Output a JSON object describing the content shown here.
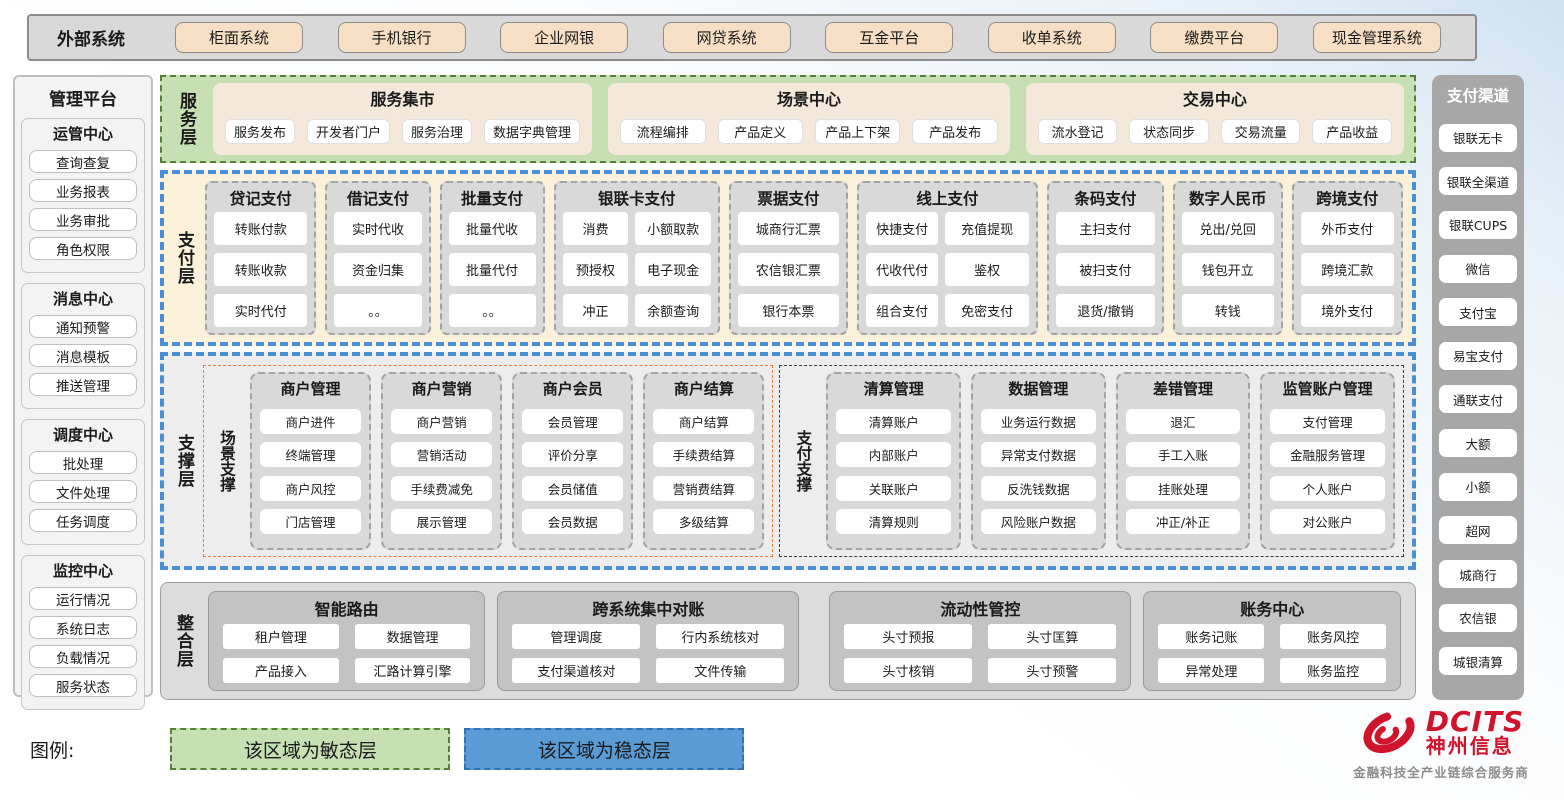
{
  "colors": {
    "agile_green": "#c6e0b4",
    "agile_green_border": "#538135",
    "stable_blue": "#5b9bd5",
    "stable_blue_border": "#4a8fd3",
    "external_button_tan": "#f6dfc4",
    "group_gray": "#d9d9d9",
    "scene_accent_orange": "#ed7d31",
    "logo_red": "#d0142c"
  },
  "external_systems": {
    "title": "外部系统",
    "items": [
      "柜面系统",
      "手机银行",
      "企业网银",
      "网贷系统",
      "互金平台",
      "收单系统",
      "缴费平台",
      "现金管理系统"
    ]
  },
  "management_platform": {
    "title": "管理平台",
    "groups": [
      {
        "title": "运管中心",
        "items": [
          "查询查复",
          "业务报表",
          "业务审批",
          "角色权限"
        ]
      },
      {
        "title": "消息中心",
        "items": [
          "通知预警",
          "消息模板",
          "推送管理"
        ]
      },
      {
        "title": "调度中心",
        "items": [
          "批处理",
          "文件处理",
          "任务调度"
        ]
      },
      {
        "title": "监控中心",
        "items": [
          "运行情况",
          "系统日志",
          "负载情况",
          "服务状态"
        ]
      }
    ]
  },
  "service_layer": {
    "label": "服务层",
    "groups": [
      {
        "title": "服务集市",
        "items": [
          "服务发布",
          "开发者门户",
          "服务治理",
          "数据字典管理"
        ]
      },
      {
        "title": "场景中心",
        "items": [
          "流程编排",
          "产品定义",
          "产品上下架",
          "产品发布"
        ]
      },
      {
        "title": "交易中心",
        "items": [
          "流水登记",
          "状态同步",
          "交易流量",
          "产品收益"
        ]
      }
    ]
  },
  "payment_layer": {
    "label": "支付层",
    "columns": [
      {
        "title": "贷记支付",
        "cols": 1,
        "items": [
          "转账付款",
          "转账收款",
          "实时代付"
        ]
      },
      {
        "title": "借记支付",
        "cols": 1,
        "items": [
          "实时代收",
          "资金归集",
          "。。"
        ]
      },
      {
        "title": "批量支付",
        "cols": 1,
        "items": [
          "批量代收",
          "批量代付",
          "。。"
        ]
      },
      {
        "title": "银联卡支付",
        "cols": 2,
        "items": [
          "消费",
          "小额取款",
          "预授权",
          "电子现金",
          "冲正",
          "余额查询"
        ]
      },
      {
        "title": "票据支付",
        "cols": 1,
        "items": [
          "城商行汇票",
          "农信银汇票",
          "银行本票"
        ]
      },
      {
        "title": "线上支付",
        "cols": 2,
        "items": [
          "快捷支付",
          "充值提现",
          "代收代付",
          "鉴权",
          "组合支付",
          "免密支付"
        ]
      },
      {
        "title": "条码支付",
        "cols": 1,
        "items": [
          "主扫支付",
          "被扫支付",
          "退货/撤销"
        ]
      },
      {
        "title": "数字人民币",
        "cols": 1,
        "items": [
          "兑出/兑回",
          "钱包开立",
          "转钱"
        ]
      },
      {
        "title": "跨境支付",
        "cols": 1,
        "items": [
          "外币支付",
          "跨境汇款",
          "境外支付"
        ]
      }
    ]
  },
  "support_layer": {
    "label": "支撑层",
    "sublayers": [
      {
        "label": "场景支撑",
        "accent": "orange",
        "groups": [
          {
            "title": "商户管理",
            "items": [
              "商户进件",
              "终端管理",
              "商户风控",
              "门店管理"
            ]
          },
          {
            "title": "商户营销",
            "items": [
              "商户营销",
              "营销活动",
              "手续费减免",
              "展示管理"
            ]
          },
          {
            "title": "商户会员",
            "items": [
              "会员管理",
              "评价分享",
              "会员储值",
              "会员数据"
            ]
          },
          {
            "title": "商户结算",
            "items": [
              "商户结算",
              "手续费结算",
              "营销费结算",
              "多级结算"
            ]
          }
        ]
      },
      {
        "label": "支付支撑",
        "accent": "dark",
        "groups": [
          {
            "title": "清算管理",
            "items": [
              "清算账户",
              "内部账户",
              "关联账户",
              "清算规则"
            ]
          },
          {
            "title": "数据管理",
            "items": [
              "业务运行数据",
              "异常支付数据",
              "反洗钱数据",
              "风险账户数据"
            ]
          },
          {
            "title": "差错管理",
            "items": [
              "退汇",
              "手工入账",
              "挂账处理",
              "冲正/补正"
            ]
          },
          {
            "title": "监管账户管理",
            "items": [
              "支付管理",
              "金融服务管理",
              "个人账户",
              "对公账户"
            ]
          }
        ]
      }
    ]
  },
  "integration_layer": {
    "label": "整合层",
    "groups": [
      {
        "title": "智能路由",
        "items": [
          "租户管理",
          "数据管理",
          "产品接入",
          "汇路计算引擎"
        ]
      },
      {
        "title": "跨系统集中对账",
        "items": [
          "管理调度",
          "行内系统核对",
          "支付渠道核对",
          "文件传输"
        ]
      },
      {
        "title": "流动性管控",
        "items": [
          "头寸预报",
          "头寸匡算",
          "头寸核销",
          "头寸预警"
        ]
      },
      {
        "title": "账务中心",
        "items": [
          "账务记账",
          "账务风控",
          "异常处理",
          "账务监控"
        ]
      }
    ]
  },
  "payment_channels": {
    "title": "支付渠道",
    "items": [
      "银联无卡",
      "银联全渠道",
      "银联CUPS",
      "微信",
      "支付宝",
      "易宝支付",
      "通联支付",
      "大额",
      "小额",
      "超网",
      "城商行",
      "农信银",
      "城银清算"
    ]
  },
  "legend": {
    "label": "图例:",
    "items": [
      {
        "text": "该区域为敏态层",
        "style": "agile"
      },
      {
        "text": "该区域为稳态层",
        "style": "stable"
      }
    ]
  },
  "logo": {
    "brand": "DCITS",
    "name": "神州信息",
    "tagline": "金融科技全产业链综合服务商"
  }
}
